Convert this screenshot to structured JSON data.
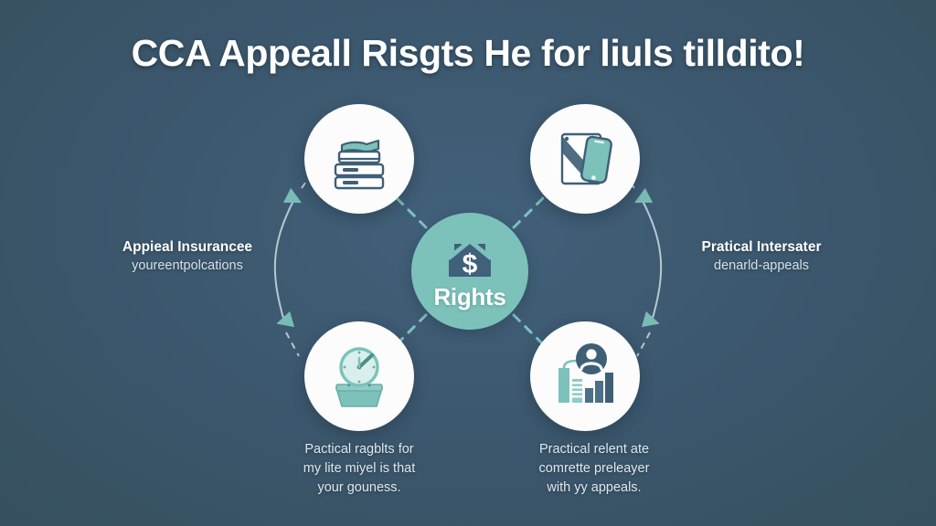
{
  "title": {
    "strong": "CCA Appeall Risgts",
    "light": "He for liuls tilldito!"
  },
  "hub": {
    "label": "Rights",
    "icon": "house-dollar-icon"
  },
  "nodes": [
    {
      "id": "books",
      "icon": "book-stack-icon"
    },
    {
      "id": "document",
      "icon": "document-smartphone-icon"
    },
    {
      "id": "clock",
      "icon": "clock-stand-icon"
    },
    {
      "id": "chart",
      "icon": "bar-chart-user-icon"
    }
  ],
  "captions": {
    "left": {
      "head": "Appieal Insurancee",
      "sub": "youreentpolcations"
    },
    "right": {
      "head": "Pratical Intersater",
      "sub": "denarld-appeals"
    },
    "bottom_left": {
      "line1": "Pactical ragblts for",
      "line2": "my lite miyel is that",
      "line3": "your gouness."
    },
    "bottom_right": {
      "line1": "Practical relent ate",
      "line2": "comrette preleayer",
      "line3": "with yy appeals."
    }
  },
  "colors": {
    "background": "#3d5a70",
    "teal": "#7cc2bb",
    "navy": "#3f5f77",
    "circle": "#fbfcfb",
    "text": "#ffffff"
  }
}
